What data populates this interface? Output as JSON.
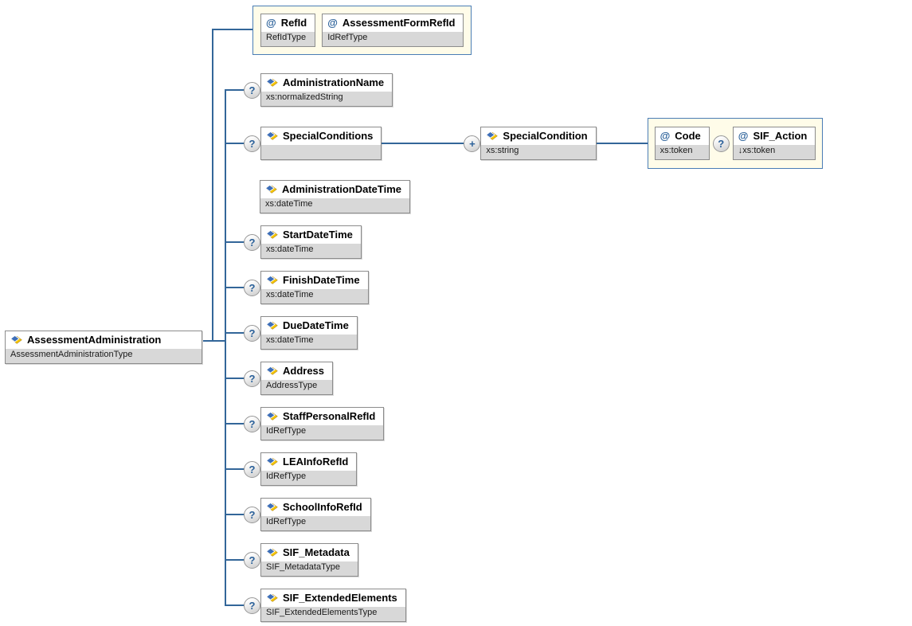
{
  "diagram": {
    "attr_prefix": "@",
    "root": {
      "name": "AssessmentAdministration",
      "type": "AssessmentAdministrationType"
    },
    "attribute_groups": [
      {
        "id": "root-attributes",
        "attributes": [
          {
            "name": "RefId",
            "type": "RefIdType"
          },
          {
            "name": "AssessmentFormRefId",
            "type": "IdRefType"
          }
        ]
      },
      {
        "id": "special-condition-attributes",
        "attributes": [
          {
            "name": "Code",
            "type": "xs:token"
          },
          {
            "name": "SIF_Action",
            "type": "↓xs:token",
            "marker": "?"
          }
        ]
      }
    ],
    "children": [
      {
        "name": "AdministrationName",
        "type": "xs:normalizedString",
        "marker": "?"
      },
      {
        "name": "SpecialConditions",
        "type": "",
        "marker": "?"
      },
      {
        "name": "AdministrationDateTime",
        "type": "xs:dateTime",
        "marker": ""
      },
      {
        "name": "StartDateTime",
        "type": "xs:dateTime",
        "marker": "?"
      },
      {
        "name": "FinishDateTime",
        "type": "xs:dateTime",
        "marker": "?"
      },
      {
        "name": "DueDateTime",
        "type": "xs:dateTime",
        "marker": "?"
      },
      {
        "name": "Address",
        "type": "AddressType",
        "marker": "?"
      },
      {
        "name": "StaffPersonalRefId",
        "type": "IdRefType",
        "marker": "?"
      },
      {
        "name": "LEAInfoRefId",
        "type": "IdRefType",
        "marker": "?"
      },
      {
        "name": "SchoolInfoRefId",
        "type": "IdRefType",
        "marker": "?"
      },
      {
        "name": "SIF_Metadata",
        "type": "SIF_MetadataType",
        "marker": "?"
      },
      {
        "name": "SIF_ExtendedElements",
        "type": "SIF_ExtendedElementsType",
        "marker": "?"
      }
    ],
    "grandchild": {
      "name": "SpecialCondition",
      "type": "xs:string",
      "marker": "+"
    },
    "colors": {
      "connector": "#336699",
      "attr_group_bg": "#fffce9",
      "attr_group_border": "#4a7db5",
      "node_border": "#8c8c8c",
      "subtitle_bg": "#d8d8d8",
      "marker_text": "#2a6099",
      "at_symbol": "#2a6099",
      "icon_blue": "#3e6fb8",
      "icon_yellow": "#f5c400"
    }
  }
}
